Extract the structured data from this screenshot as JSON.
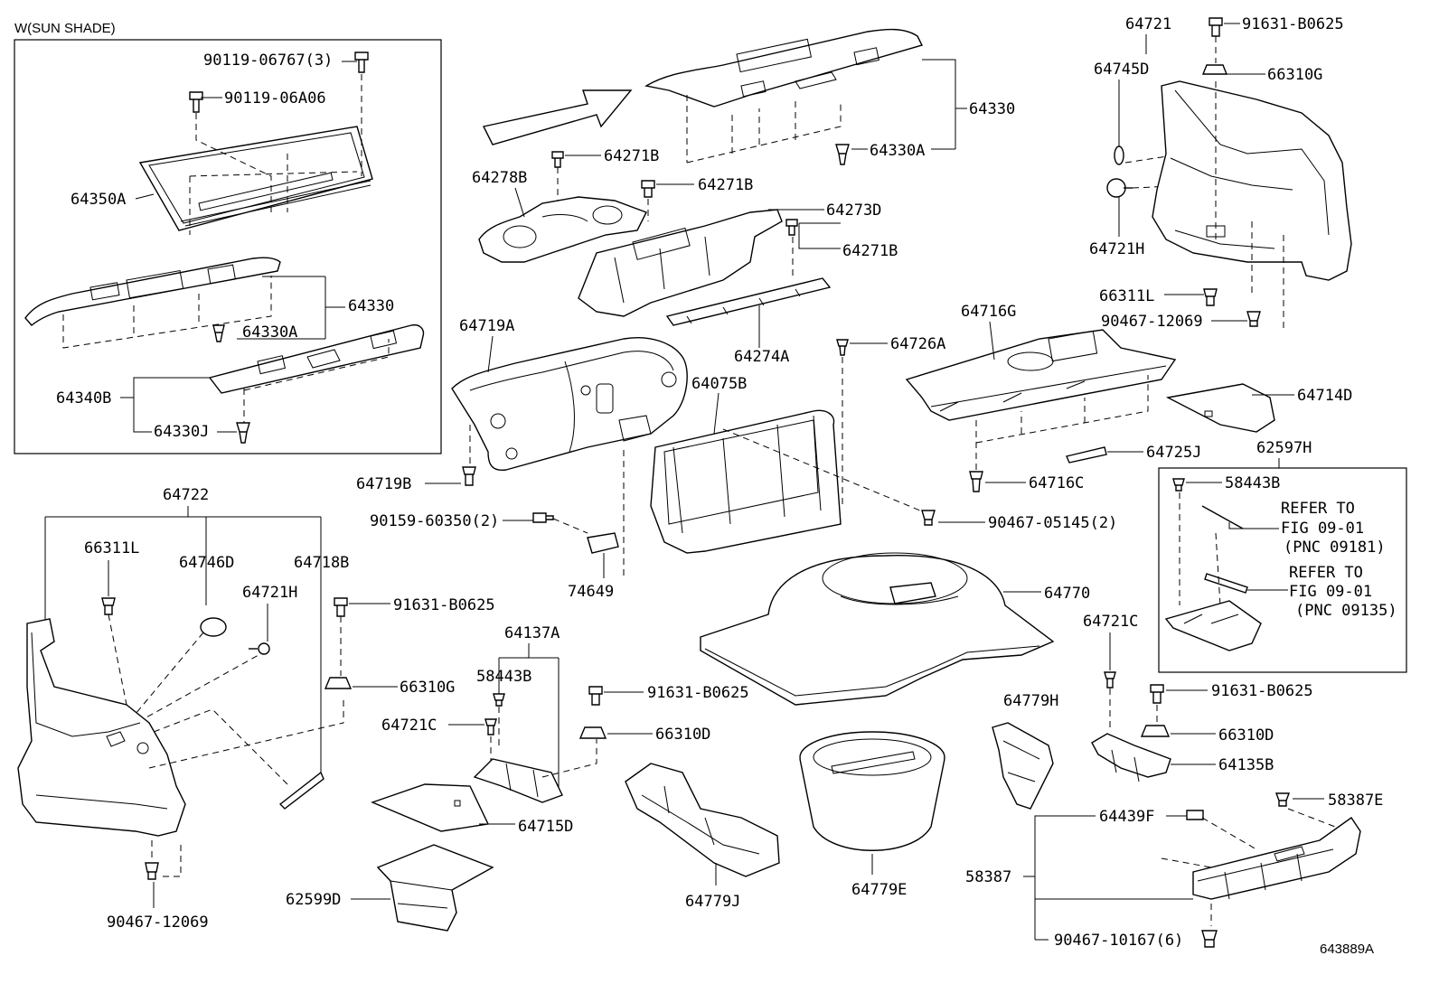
{
  "header": {
    "variant_label": "W(SUN SHADE)",
    "figure_code": "643889A"
  },
  "labels": {
    "p90119_06767": "90119-06767(3)",
    "p90119_06a06": "90119-06A06",
    "p64350a": "64350A",
    "p64330_inset": "64330",
    "p64330a_inset": "64330A",
    "p64340b": "64340B",
    "p64330j": "64330J",
    "p64330_top": "64330",
    "p64330a_top": "64330A",
    "p64271b_1": "64271B",
    "p64278b": "64278B",
    "p64271b_2": "64271B",
    "p64273d": "64273D",
    "p64271b_3": "64271B",
    "p64274a": "64274A",
    "p64719a": "64719A",
    "p64726a": "64726A",
    "p64075b": "64075B",
    "p64719b": "64719B",
    "p90159_60350": "90159-60350(2)",
    "p74649": "74649",
    "p90467_05145": "90467-05145(2)",
    "p64721_top": "64721",
    "p91631_b0625_top": "91631-B0625",
    "p64745d": "64745D",
    "p66310g_top": "66310G",
    "p64721h_right": "64721H",
    "p66311l_right": "66311L",
    "p90467_12069_right": "90467-12069",
    "p64716g": "64716G",
    "p64714d": "64714D",
    "p64725j": "64725J",
    "p64716c": "64716C",
    "p62597h": "62597H",
    "p58443b_right": "58443B",
    "refer_to_1": "REFER TO",
    "fig_0901_1": "FIG 09-01",
    "pnc_09181": "(PNC 09181)",
    "refer_to_2": "REFER TO",
    "fig_0901_2": "FIG 09-01",
    "pnc_09135": "(PNC 09135)",
    "p64770": "64770",
    "p64722": "64722",
    "p66311l_left": "66311L",
    "p64746d": "64746D",
    "p64718b": "64718B",
    "p64721h_left": "64721H",
    "p91631_b0625_left": "91631-B0625",
    "p66310g_left": "66310G",
    "p90467_12069_left": "90467-12069",
    "p64137a": "64137A",
    "p58443b_mid": "58443B",
    "p64721c_mid": "64721C",
    "p91631_b0625_mid": "91631-B0625",
    "p66310d_mid": "66310D",
    "p64715d": "64715D",
    "p62599d": "62599D",
    "p64779j": "64779J",
    "p64779e": "64779E",
    "p64779h": "64779H",
    "p64721c_right": "64721C",
    "p91631_b0625_right": "91631-B0625",
    "p66310d_right": "66310D",
    "p64135b": "64135B",
    "p58387e": "58387E",
    "p64439f": "64439F",
    "p58387": "58387",
    "p90467_10167": "90467-10167(6)"
  },
  "icons": {
    "arrow": "direction-arrow",
    "fastener": "clip-icon"
  }
}
